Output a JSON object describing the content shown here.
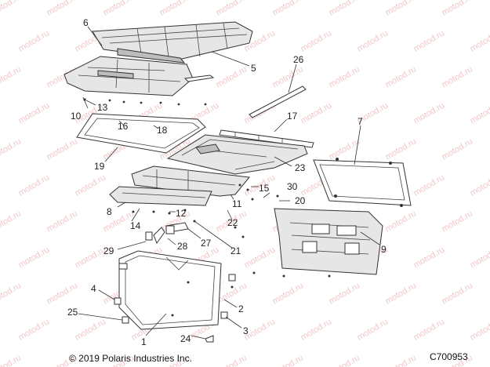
{
  "diagram": {
    "callouts": [
      "1",
      "2",
      "3",
      "4",
      "5",
      "6",
      "7",
      "8",
      "9",
      "10",
      "11",
      "12",
      "13",
      "14",
      "15",
      "16",
      "17",
      "18",
      "19",
      "20",
      "21",
      "22",
      "23",
      "24",
      "25",
      "26",
      "27",
      "28",
      "29",
      "30"
    ],
    "watermark_text": "motod.ru",
    "copyright": "© 2019 Polaris Industries Inc.",
    "figure_id": "C700953"
  },
  "colors": {
    "background": "#ffffff",
    "line": "#333333",
    "watermark": "#f0c8c8"
  }
}
